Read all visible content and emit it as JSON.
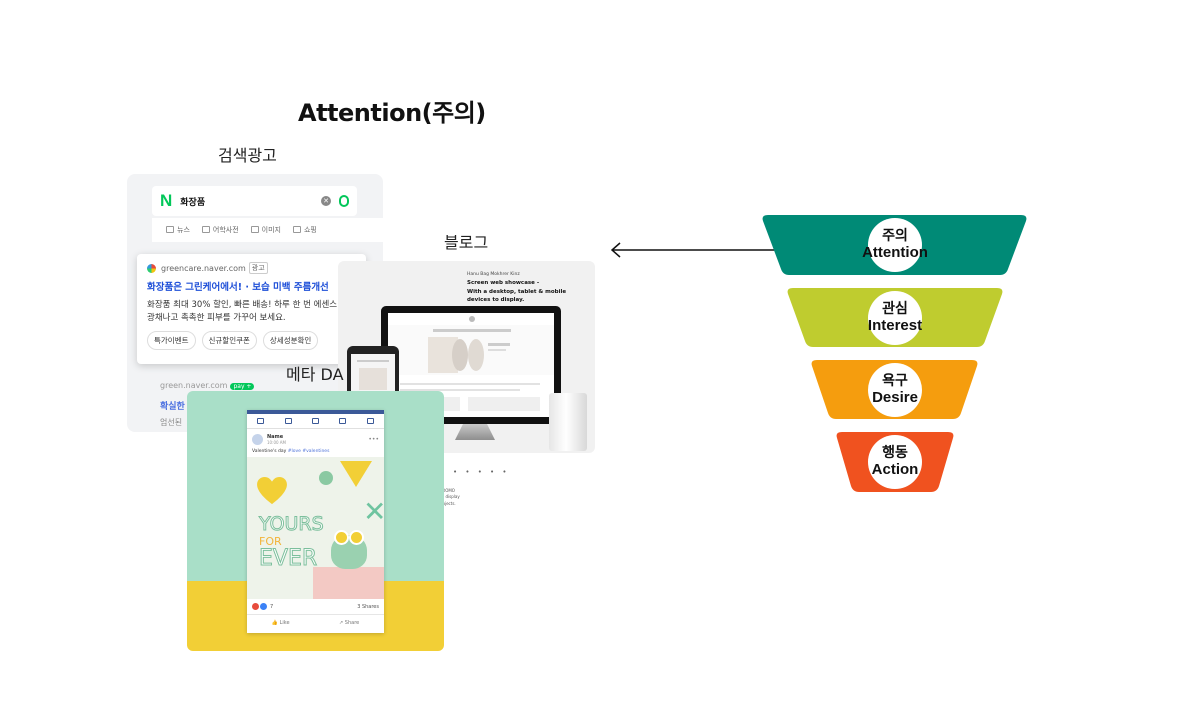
{
  "title": "Attention(주의)",
  "captions": {
    "search": "검색광고",
    "blog": "블로그",
    "meta": "메타 DA"
  },
  "search_ad": {
    "query": "화장품",
    "tabs": [
      "뉴스",
      "어학사전",
      "이미지",
      "쇼핑"
    ],
    "ad": {
      "domain": "greencare.naver.com",
      "badge": "광고",
      "title": "화장품은 그린케어에서! · 보습 미백 주름개선",
      "desc_line1": "화장품 최대 30% 할인, 빠른 배송! 하루 한 번 에센스",
      "desc_line2": "광채나고 촉촉한 피부를 가꾸어 보세요.",
      "buttons": [
        "특가이벤트",
        "신규할인쿠폰",
        "상세성분확인"
      ]
    },
    "second_result": {
      "domain": "green.naver.com",
      "pay": "pay +",
      "title": "확실한",
      "desc": "엄선된"
    }
  },
  "blog": {
    "tagline_small": "Hanu Bag Mokhrer Kinz",
    "tagline": "Screen web showcase -\nWith a desktop, tablet & mobile\ndevices to display.",
    "dots": "• • • • •",
    "footer": "PROMO\nTo display\nobjects."
  },
  "meta_da": {
    "post_name": "Name",
    "post_time": "10:00 AM",
    "caption": "Valentine's day",
    "caption_tag": "#love #valentines",
    "img_text": [
      "YOURS",
      "FOR",
      "EVER"
    ],
    "reactions": "7",
    "shares": "3 Shares",
    "like": "Like",
    "share": "Share"
  },
  "funnel": [
    {
      "ko": "주의",
      "en": "Attention",
      "color": "#008a76"
    },
    {
      "ko": "관심",
      "en": "Interest",
      "color": "#bfcc2f"
    },
    {
      "ko": "욕구",
      "en": "Desire",
      "color": "#f59d0e"
    },
    {
      "ko": "행동",
      "en": "Action",
      "color": "#f0521f"
    }
  ]
}
